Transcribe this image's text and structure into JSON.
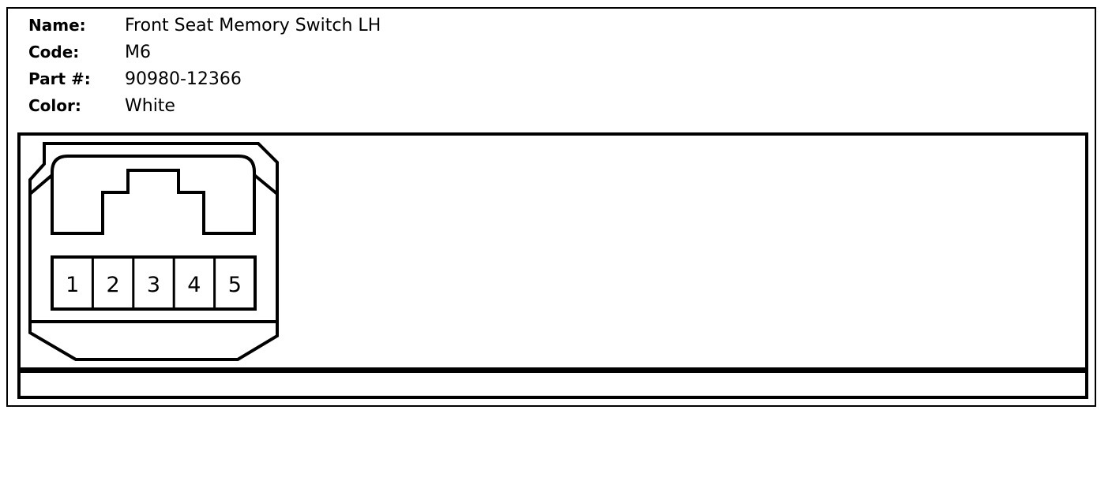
{
  "connector": {
    "name_label": "Name:",
    "name_value": "Front Seat Memory Switch LH",
    "code_label": "Code:",
    "code_value": "M6",
    "part_label": "Part #:",
    "part_value": "90980-12366",
    "color_label": "Color:",
    "color_value": "White"
  },
  "pins": [
    "1",
    "2",
    "3",
    "4",
    "5"
  ]
}
